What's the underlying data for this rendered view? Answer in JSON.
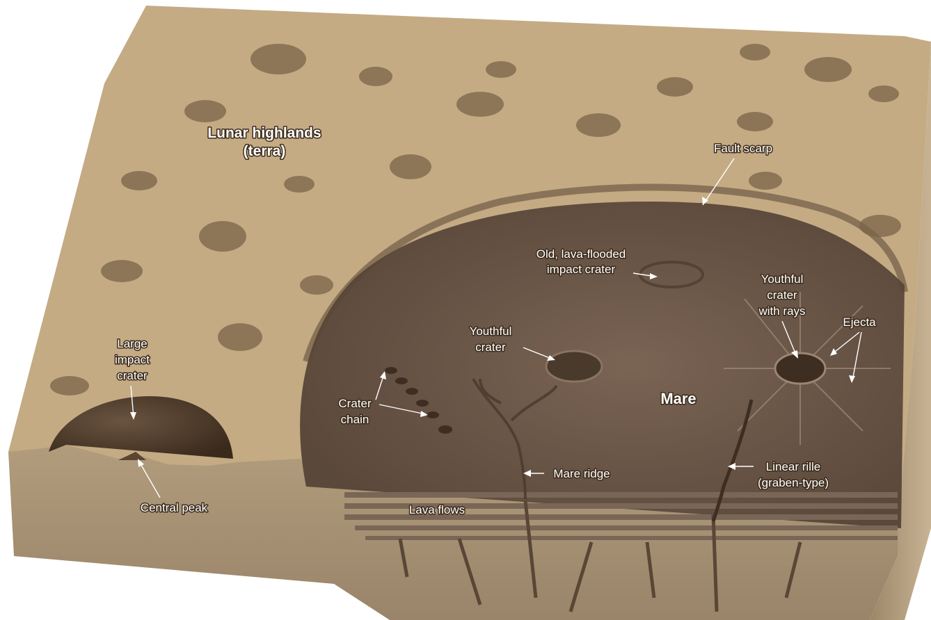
{
  "labels": {
    "highlands_line1": "Lunar highlands",
    "highlands_line2": "(terra)",
    "fault_scarp": "Fault scarp",
    "old_crater_line1": "Old, lava-flooded",
    "old_crater_line2": "impact crater",
    "youthful_rays_line1": "Youthful",
    "youthful_rays_line2": "crater",
    "youthful_rays_line3": "with rays",
    "ejecta": "Ejecta",
    "large_crater_line1": "Large",
    "large_crater_line2": "impact",
    "large_crater_line3": "crater",
    "youthful_line1": "Youthful",
    "youthful_line2": "crater",
    "crater_chain_line1": "Crater",
    "crater_chain_line2": "chain",
    "mare": "Mare",
    "mare_ridge": "Mare ridge",
    "linear_rille_line1": "Linear rille",
    "linear_rille_line2": "(graben-type)",
    "central_peak": "Central peak",
    "lava_flows": "Lava flows"
  },
  "colors": {
    "highlands": "#c8b08a",
    "highlands_shadow": "#8a7250",
    "mare": "#6e5a4a",
    "mare_dark": "#4a3a2e",
    "block_side": "#a89274",
    "lava_layer": "#7e6a5c",
    "label_fill": "#ffffff"
  }
}
